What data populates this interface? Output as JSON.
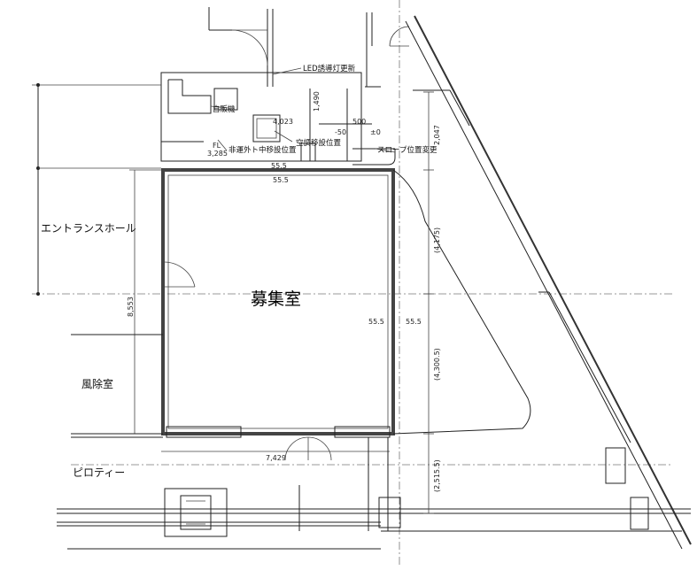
{
  "labels": {
    "room_main": "募集室",
    "entrance_hall": "エントランスホール",
    "windbreak_room": "風除室",
    "piloti": "ピロティー"
  },
  "notes": {
    "led_light": "LED誘導灯更新",
    "vending": "自販機",
    "ac_relocate": "空調移設位置",
    "evac_equipment": "非運外ト中移設位置",
    "slope": "スロープ位置変更"
  },
  "dimensions": {
    "d4023": "4,023",
    "d1490": "1,490",
    "d500": "500",
    "d_minus50": "-50",
    "d_pm0": "±0",
    "d_fl": "FL",
    "d3285": "3,285",
    "d2047": "2,047",
    "d555_a": "55.5",
    "d555_b": "55.5",
    "d555_c": "55.5",
    "d555_d": "55.5",
    "d4175": "(4,175)",
    "d8553": "8,553",
    "d4300": "(4,300.5)",
    "d7429": "7,429",
    "d2515": "(2,515.5)"
  }
}
